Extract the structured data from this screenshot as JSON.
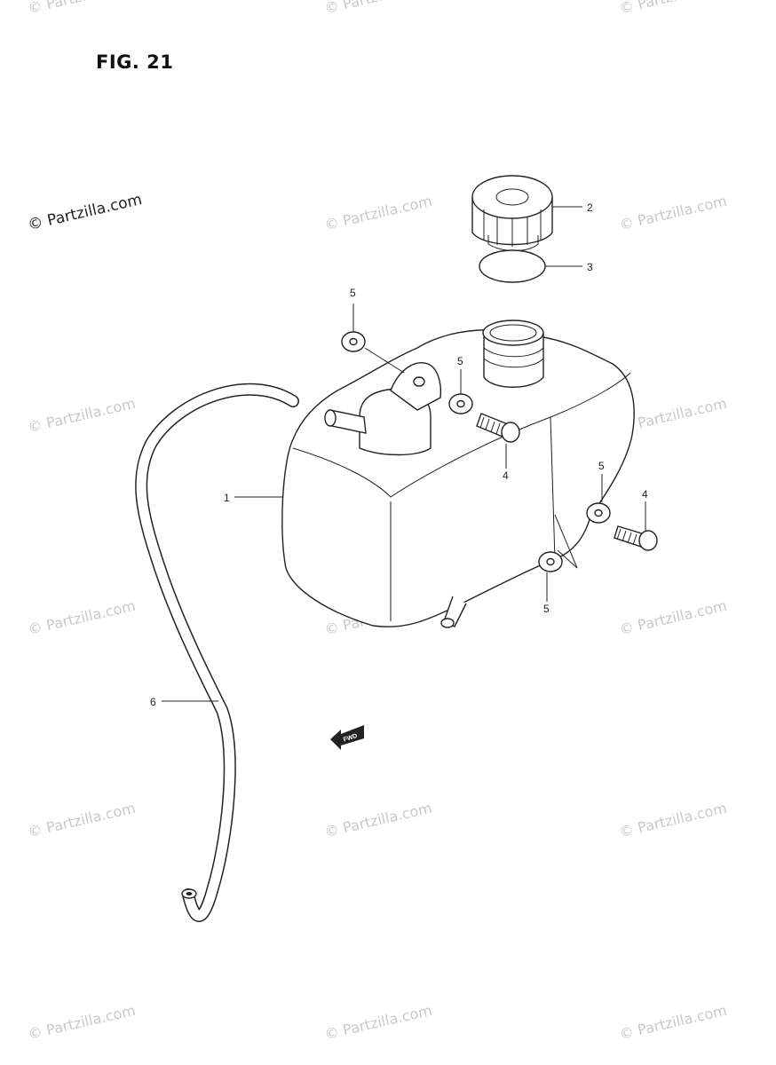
{
  "figure": {
    "title": "FIG. 21"
  },
  "watermark": {
    "text": "© Partzilla.com"
  },
  "callouts": [
    "1",
    "2",
    "3",
    "4",
    "4",
    "5",
    "5",
    "5",
    "5",
    "6"
  ],
  "fwd_label": "FWD"
}
